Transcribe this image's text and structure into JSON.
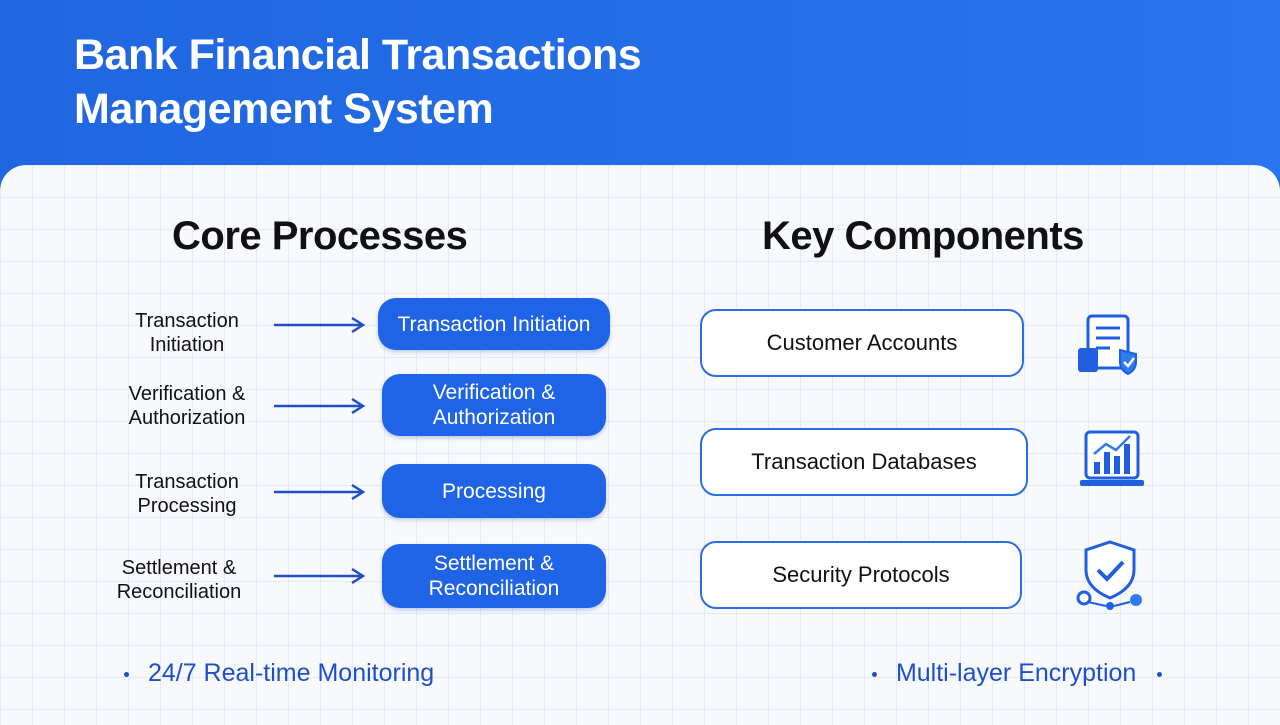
{
  "title": {
    "line1": "Bank Financial Transactions",
    "line2": "Management System"
  },
  "core_processes": {
    "heading": "Core Processes",
    "steps": [
      {
        "label_lines": [
          "Transaction",
          "Initiation"
        ],
        "box_lines": [
          "Transaction Initiation"
        ]
      },
      {
        "label_lines": [
          "Verification &",
          "Authorization"
        ],
        "box_lines": [
          "Verification &",
          "Authorization"
        ]
      },
      {
        "label_lines": [
          "Transaction",
          "Processing"
        ],
        "box_lines": [
          "Processing"
        ]
      },
      {
        "label_lines": [
          "Settlement &",
          "Reconciliation"
        ],
        "box_lines": [
          "Settlement &",
          "Reconciliation"
        ]
      }
    ]
  },
  "key_components": {
    "heading": "Key Components",
    "items": [
      {
        "label": "Customer Accounts",
        "icon": "document-shield-icon"
      },
      {
        "label": "Transaction Databases",
        "icon": "bar-chart-monitor-icon"
      },
      {
        "label": "Security Protocols",
        "icon": "shield-check-icon"
      }
    ]
  },
  "footer": {
    "left": "24/7 Real-time Monitoring",
    "right": "Multi-layer Encryption"
  },
  "colors": {
    "primary": "#1f63e6",
    "header": "#2a74ee",
    "panel": "#f7f9fd"
  }
}
